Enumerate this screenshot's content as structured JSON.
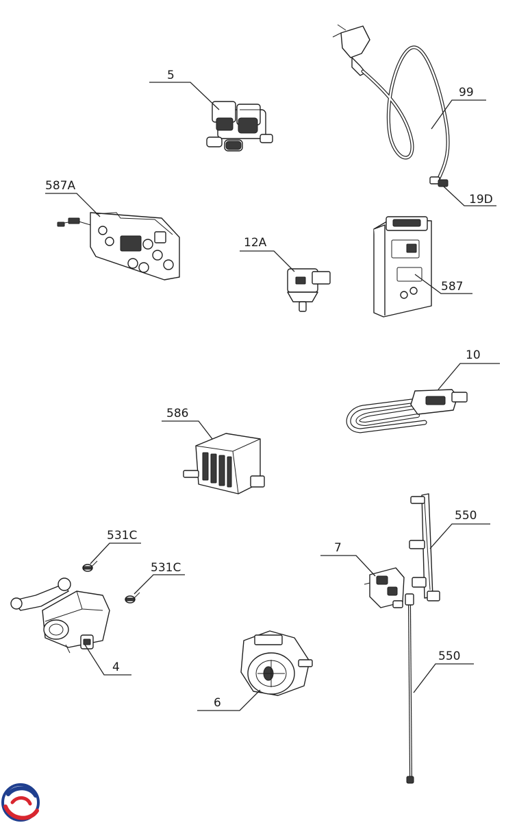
{
  "labels": {
    "p5": "5",
    "p99": "99",
    "p19d": "19D",
    "p587a": "587A",
    "p12a": "12A",
    "p587": "587",
    "p10": "10",
    "p586": "586",
    "p550a": "550",
    "p531c_a": "531C",
    "p531c_b": "531C",
    "p7": "7",
    "p4": "4",
    "p6": "6",
    "p550b": "550"
  },
  "colors": {
    "logo_blue": "#1f3f8f",
    "logo_red": "#d8262f"
  }
}
